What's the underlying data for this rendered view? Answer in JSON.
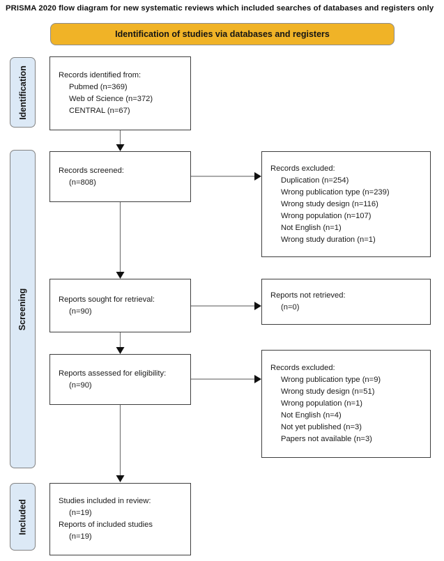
{
  "title": "PRISMA 2020 flow diagram for new systematic reviews which included searches of databases and registers only",
  "banner": {
    "label": "Identification of studies via databases and registers"
  },
  "stages": [
    {
      "label": "Identification"
    },
    {
      "label": "Screening"
    },
    {
      "label": "Included"
    }
  ],
  "boxes": {
    "records_identified": {
      "lines": [
        "Records identified from:",
        "Pubmed (n=369)",
        "Web of Science (n=372)",
        "CENTRAL (n=67)"
      ]
    },
    "records_screened": {
      "lines": [
        "Records screened:",
        "(n=808)"
      ]
    },
    "records_excluded_screening": {
      "lines": [
        "Records excluded:",
        "Duplication (n=254)",
        "Wrong publication type (n=239)",
        "Wrong study design (n=116)",
        "Wrong population (n=107)",
        "Not English (n=1)",
        "Wrong study duration (n=1)"
      ]
    },
    "reports_sought": {
      "lines": [
        "Reports sought for retrieval:",
        "(n=90)"
      ]
    },
    "reports_not_retrieved": {
      "lines": [
        "Reports not retrieved:",
        "(n=0)"
      ]
    },
    "reports_assessed": {
      "lines": [
        "Reports assessed for eligibility:",
        "(n=90)"
      ]
    },
    "records_excluded_eligibility": {
      "lines": [
        "Records excluded:",
        "Wrong publication type (n=9)",
        "Wrong study design (n=51)",
        "Wrong population (n=1)",
        "Not English (n=4)",
        "Not yet published (n=3)",
        "Papers not available (n=3)"
      ]
    },
    "studies_included": {
      "lines": [
        "Studies included in review:",
        "(n=19)",
        "Reports of included studies",
        "(n=19)"
      ]
    }
  },
  "colors": {
    "banner_bg": "#F0B327",
    "stage_bg": "#DCE9F6",
    "box_border": "#3d3d3d",
    "arrow_line": "#777777",
    "arrow_head": "#111111"
  }
}
